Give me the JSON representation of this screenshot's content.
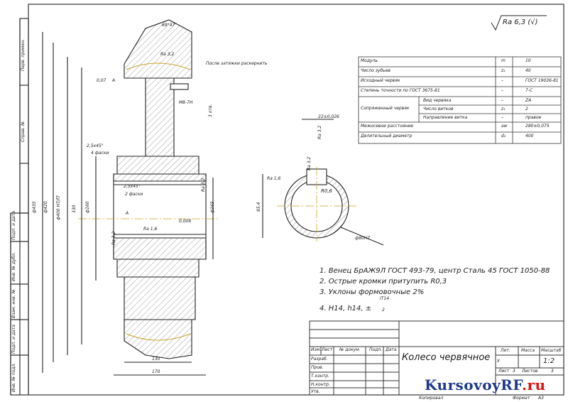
{
  "drawing": {
    "title": "Колесо червячное",
    "roughness": "Ra 6,3 (√)",
    "tooth_roughness": "Ra 3,2",
    "annotation_after_pinning": "После затяжки раскернить",
    "chamfer_outer": "2,5х45°",
    "chamfer_outer_count": "4 фаски",
    "chamfer_inner": "2,5х45°",
    "chamfer_inner_count": "2 фаски",
    "thread": "М8-7Н",
    "thread_holes": "3 отв.",
    "datum_a": "А",
    "runout": "0,07",
    "flatness": "0,008",
    "ra_hub": "Ra 1,6",
    "angle_top": "69°47'",
    "dim_diam_435": "ф435",
    "dim_diam_420": "ф420",
    "dim_diam_400": "ф400 H7/f7",
    "dim_330": "330",
    "dim_diam_160": "ф160",
    "dim_diam_165": "ф165",
    "dim_130": "130",
    "dim_170": "170",
    "ra_32_left": "Ra 3,2",
    "ra_32_right": "Ra 3,2",
    "section_dim_key": "22±0,026",
    "section_ra": "Ra 3,2",
    "section_r06": "R0,6",
    "section_ra16": "Ra 1,6",
    "section_854": "85,4",
    "section_dia": "ф80H7",
    "section_ra32b": "Ra 3,2",
    "note1": "1. Венец БрАЖ9Л  ГОСТ 493-79, центр Сталь 45 ГОСТ 1050-88",
    "note2": "2. Острые кромки притупить R0,3",
    "note3": "3. Уклоны формовочные 2%",
    "note4": "4. Н14, h14, ±",
    "note4_frac_top": "IT14",
    "note4_frac_bot": "2"
  },
  "params_table": [
    {
      "name": "Модуль",
      "symbol": "m",
      "value": "10"
    },
    {
      "name": "Число зубьев",
      "symbol": "z₂",
      "value": "40"
    },
    {
      "name": "Исходный червяк",
      "symbol": "–",
      "value": "ГОСТ 19036-81"
    },
    {
      "name": "Степень точности по ГОСТ 3675-81",
      "symbol": "–",
      "value": "7-С"
    },
    {
      "name": "Вид червяка",
      "symbol": "–",
      "value": "ZA"
    },
    {
      "name": "Число витков",
      "symbol": "z₁",
      "value": "2"
    },
    {
      "name": "Направление витка",
      "symbol": "–",
      "value": "правое"
    },
    {
      "name": "Межосевое расстояние",
      "symbol": "aw",
      "value": "280±0,075"
    },
    {
      "name": "Делительный диаметр",
      "symbol": "d₂",
      "value": "400"
    }
  ],
  "params_group_label": "Сопряженный червяк",
  "title_block": {
    "header_lit": "Лит.",
    "header_mass": "Масса",
    "header_scale": "Масштаб",
    "scale": "1:2",
    "sheet": "Лист",
    "sheet_no": "3",
    "sheets": "Листов",
    "sheets_no": "3",
    "col_izm": "Изм.",
    "col_list": "Лист",
    "col_doc": "№ докум.",
    "col_sign": "Подп.",
    "col_date": "Дата",
    "row_razrab": "Разраб.",
    "row_prov": "Пров.",
    "row_tkontr": "Т.контр.",
    "row_nkontr": "Н.контр.",
    "row_utv": "Утв.",
    "stage": "У",
    "copied": "Копировал",
    "format": "Формат",
    "format_val": "А3"
  },
  "side_strip": {
    "perv_primen": "Перв. примен.",
    "sprav": "Справ. №",
    "podp_data1": "Подп. и дата",
    "inv_dubl": "Инв. № дубл.",
    "vzam_inv": "Взам. инв. №",
    "podp_data2": "Подп. и дата",
    "inv_podl": "Инв. № подл."
  },
  "watermark": {
    "brand": "KursovoyRF",
    "tld": ".ru"
  }
}
